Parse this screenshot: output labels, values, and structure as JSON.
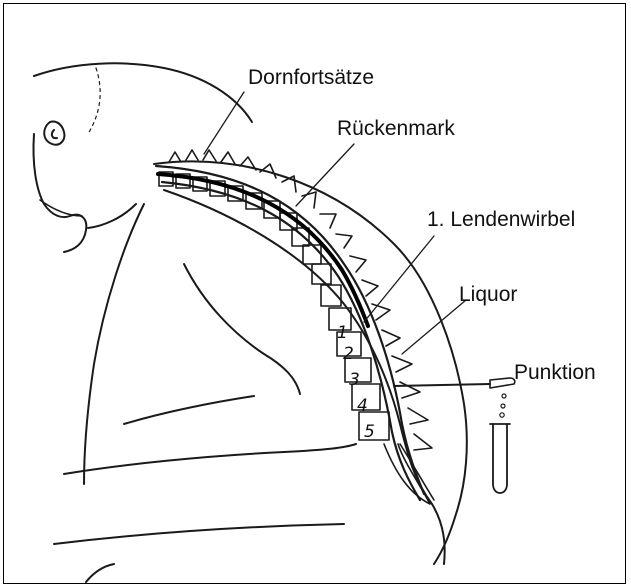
{
  "labels": {
    "spinous_processes": "Dornfortsätze",
    "spinal_cord": "Rückenmark",
    "first_lumbar": "1. Lendenwirbel",
    "csf": "Liquor",
    "puncture": "Punktion"
  },
  "vertebra_numbers": [
    "1",
    "2",
    "3",
    "4",
    "5"
  ]
}
